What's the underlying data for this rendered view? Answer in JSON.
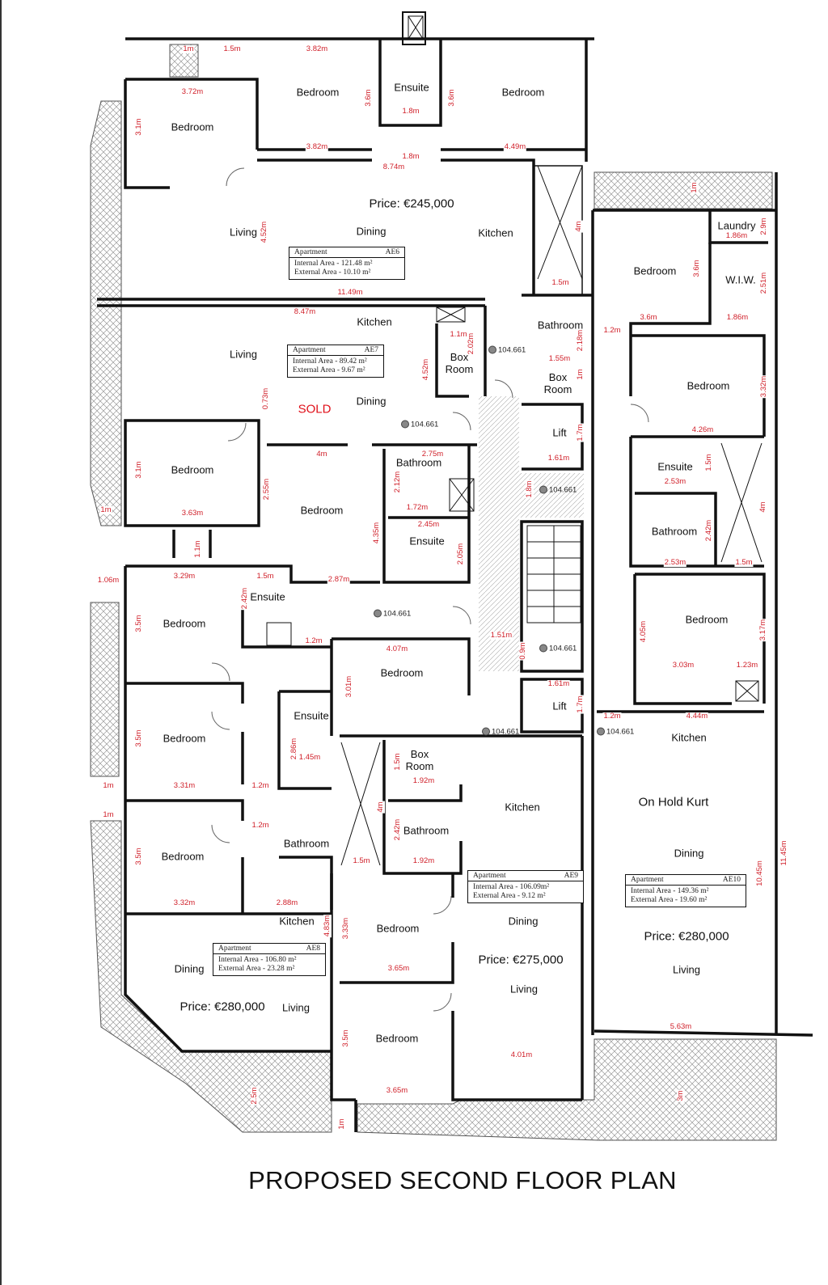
{
  "title": "PROPOSED SECOND FLOOR PLAN",
  "colors": {
    "dimension": "#d0202a",
    "sold": "#e0101a",
    "wall": "#111111"
  },
  "apartments": [
    {
      "label": "Apartment",
      "id": "AE6",
      "internal": "Internal Area - 121.48 m²",
      "external": "External Area - 10.10 m²",
      "price": "Price: €245,000"
    },
    {
      "label": "Apartment",
      "id": "AE7",
      "internal": "Internal Area - 89.42 m²",
      "external": "External Area - 9.67 m²",
      "status": "SOLD"
    },
    {
      "label": "Apartment",
      "id": "AE8",
      "internal": "Internal Area - 106.80 m²",
      "external": "External Area - 23.28 m²",
      "price": "Price: €280,000"
    },
    {
      "label": "Apartment",
      "id": "AE9",
      "internal": "Internal Area - 106.09m²",
      "external": "External Area - 9.12 m²",
      "price": "Price: €275,000"
    },
    {
      "label": "Apartment",
      "id": "AE10",
      "internal": "Internal Area - 149.36 m²",
      "external": "External Area - 19.60 m²",
      "price": "Price: €280,000",
      "status": "On Hold Kurt"
    }
  ],
  "rooms": [
    "Bedroom",
    "Ensuite",
    "Bedroom",
    "Bedroom",
    "Living",
    "Dining",
    "Kitchen",
    "Laundry",
    "Bedroom",
    "W.I.W.",
    "Kitchen",
    "Bathroom",
    "Living",
    "Box\nRoom",
    "Box\nRoom",
    "Dining",
    "Bedroom",
    "Lift",
    "Bedroom",
    "Bathroom",
    "Bedroom",
    "Ensuite",
    "Ensuite",
    "Bathroom",
    "Ensuite",
    "Bedroom",
    "Bedroom",
    "Bedroom",
    "Lift",
    "Ensuite",
    "Kitchen",
    "Bedroom",
    "Box\nRoom",
    "Kitchen",
    "Bathroom",
    "Bathroom",
    "Dining",
    "Bedroom",
    "Kitchen",
    "Dining",
    "Bedroom",
    "Living",
    "Dining",
    "Living",
    "Living",
    "Bedroom"
  ],
  "dimensions": [
    "1m",
    "1.5m",
    "3.82m",
    "3.72m",
    "3.1m",
    "3.6m",
    "1.8m",
    "3.6m",
    "3.82m",
    "1.8m",
    "4.49m",
    "8.74m",
    "1m",
    "4.52m",
    "4m",
    "1.86m",
    "2.9m",
    "3.6m",
    "2.51m",
    "1.5m",
    "11.49m",
    "8.47m",
    "1.2m",
    "3.6m",
    "1.86m",
    "1.1m",
    "2.02m",
    "2.18m",
    "1.55m",
    "4.52m",
    "3.32m",
    "1m",
    "0.73m",
    "4.26m",
    "1.7m",
    "2.75m",
    "4m",
    "3.1m",
    "2.12m",
    "1.61m",
    "1.5m",
    "2.53m",
    "2.55m",
    "1.8m",
    "1.72m",
    "4m",
    "1m",
    "3.63m",
    "4.35m",
    "2.45m",
    "2.42m",
    "2.05m",
    "1.1m",
    "2.53m",
    "1.5m",
    "1.06m",
    "3.29m",
    "1.5m",
    "2.87m",
    "2.42m",
    "3.5m",
    "1.2m",
    "1.51m",
    "0.9m",
    "4.07m",
    "4.05m",
    "3.17m",
    "3.03m",
    "1.23m",
    "3.01m",
    "1.61m",
    "1.7m",
    "1.2m",
    "4.44m",
    "2.86m",
    "1.45m",
    "1.5m",
    "1.92m",
    "3.5m",
    "1m",
    "3.31m",
    "1.2m",
    "4m",
    "1m",
    "1.2m",
    "2.42m",
    "1.5m",
    "1.92m",
    "3.5m",
    "10.45m",
    "11.45m",
    "3.32m",
    "2.88m",
    "4.83m",
    "3.33m",
    "3.65m",
    "5.63m",
    "4.01m",
    "3.5m",
    "3.65m",
    "2.5m",
    "3m",
    "1m"
  ],
  "levels": [
    "104.661",
    "104.661",
    "104.661",
    "104.661",
    "104.661",
    "104.661",
    "104.661"
  ]
}
